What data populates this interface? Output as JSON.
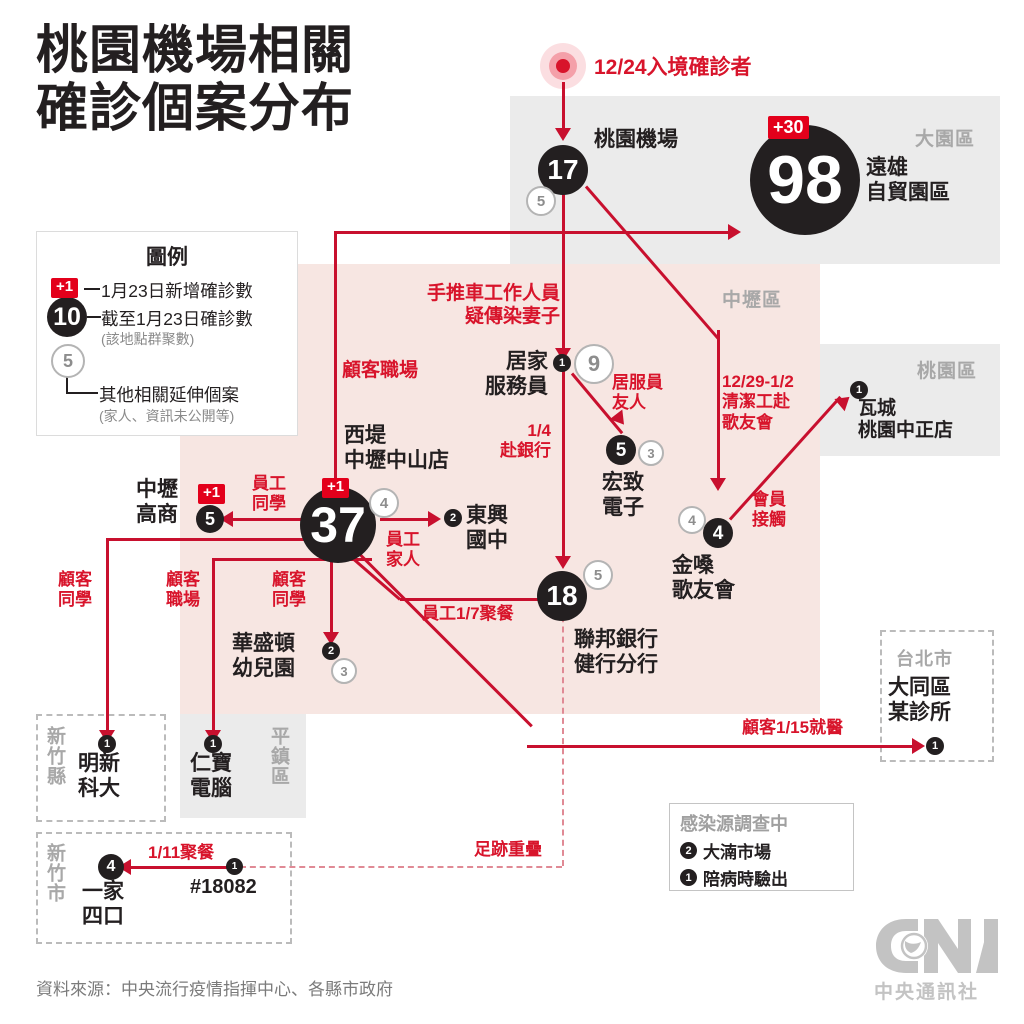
{
  "title": "桃園機場相關\n確診個案分布",
  "legend": {
    "heading": "圖例",
    "new_cases": "1月23日新增確診數",
    "new_badge": "+1",
    "total_cases": "截至1月23日確診數",
    "total_value": "10",
    "total_sub": "(該地點群聚數)",
    "cluster_value": "5",
    "extended": "其他相關延伸個案",
    "extended_sub": "(家人、資訊未公開等)"
  },
  "source_case": {
    "label": "12/24入境確診者"
  },
  "zones": [
    {
      "name": "大園區"
    },
    {
      "name": "中壢區"
    },
    {
      "name": "桃園區"
    },
    {
      "name": "平鎮區"
    },
    {
      "name": "新竹縣"
    },
    {
      "name": "新竹市"
    },
    {
      "name": "台北市"
    }
  ],
  "nodes": {
    "airport": {
      "label": "桃園機場",
      "count": "17",
      "cluster": "5"
    },
    "farglory": {
      "label": "遠雄\n自貿園區",
      "count": "98",
      "badge": "+30"
    },
    "homecare": {
      "label": "居家\n服務員",
      "count": "1",
      "cluster": "9"
    },
    "hongzhi": {
      "label": "宏致\n電子",
      "count": "5",
      "cluster": "3"
    },
    "karaoke": {
      "label": "金嗓\n歌友會",
      "count": "4",
      "cluster": "4"
    },
    "thaitown": {
      "label": "瓦城\n桃園中正店",
      "count": "1"
    },
    "xiti": {
      "label": "西堤\n中壢中山店",
      "count": "37",
      "badge": "+1",
      "cluster": "4"
    },
    "zhongli_hs": {
      "label": "中壢\n高商",
      "count": "5",
      "badge": "+1"
    },
    "dongxing": {
      "label": "東興\n國中",
      "count": "2"
    },
    "washington": {
      "label": "華盛頓\n幼兒園",
      "count": "2",
      "cluster": "3"
    },
    "union_bank": {
      "label": "聯邦銀行\n健行分行",
      "count": "18",
      "cluster": "5"
    },
    "minghsin": {
      "label": "明新\n科大",
      "count": "1"
    },
    "compal": {
      "label": "仁寶\n電腦",
      "count": "1"
    },
    "family4": {
      "label": "一家\n四口",
      "count": "4"
    },
    "case18082": {
      "label": "#18082",
      "count": "1"
    },
    "taipei_clinic": {
      "label": "大同區\n某診所",
      "count": "1"
    }
  },
  "edges": {
    "cart_worker": "手推車工作人員\n疑傳染妻子",
    "customer_workplace_top": "顧客職場",
    "homecare_friend": "居服員\n友人",
    "go_bank": "1/4\n赴銀行",
    "cleaner_karaoke": "12/29-1/2\n清潔工赴\n歌友會",
    "member_contact": "會員\n接觸",
    "staff_classmate": "員工\n同學",
    "staff_family": "員工\n家人",
    "staff_dinner": "員工1/7聚餐",
    "customer_classmate_left": "顧客\n同學",
    "customer_workplace_mid": "顧客\n職場",
    "customer_classmate_mid": "顧客\n同學",
    "customer_clinic": "顧客1/15就醫",
    "dinner_0111": "1/11聚餐",
    "footprint_overlap": "足跡重疊"
  },
  "investigating": {
    "title": "感染源調查中",
    "items": [
      {
        "count": "2",
        "label": "大湳市場"
      },
      {
        "count": "1",
        "label": "陪病時驗出"
      }
    ]
  },
  "source_note": "資料來源：中央流行疫情指揮中心、各縣市政府",
  "logo_text": "中央通訊社",
  "colors": {
    "red": "#c8102e",
    "accent_red": "#d8142b",
    "badge_red": "#e3001b",
    "dark": "#231f20",
    "zone_gray": "#ebebeb",
    "zone_pink": "#f7e6e2"
  }
}
